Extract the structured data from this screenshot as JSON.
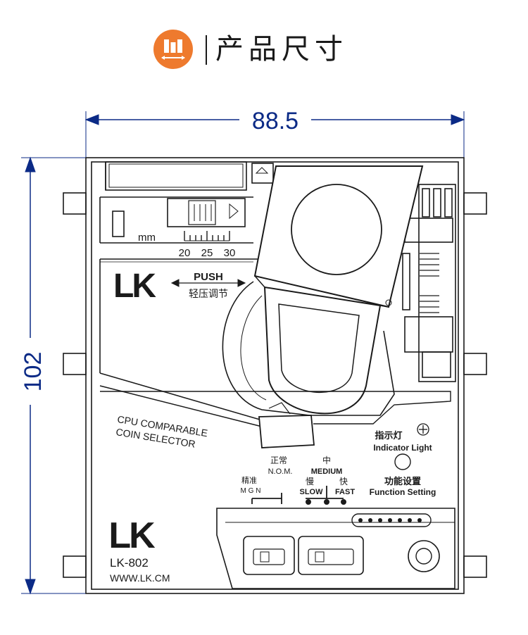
{
  "header": {
    "title": "产品尺寸"
  },
  "dimensions": {
    "width": "88.5",
    "height": "102"
  },
  "labels": {
    "mm": "mm",
    "scale_ticks": [
      "20",
      "25",
      "30"
    ],
    "push": "PUSH",
    "push_cn": "轻压调节",
    "cpu_line1": "CPU COMPARABLE",
    "cpu_line2": "COIN SELECTOR",
    "indicator_cn": "指示灯",
    "indicator_en": "Indicator Light",
    "function_cn": "功能设置",
    "function_en": "Function Setting",
    "nom_cn": "正常",
    "nom_en": "N.O.M.",
    "mgn_cn": "精准",
    "mgn_en": "M G N",
    "medium_cn": "中",
    "medium_en": "MEDIUM",
    "slow_cn": "慢",
    "slow_en": "SLOW",
    "fast_cn": "快",
    "fast_en": "FAST",
    "model": "LK-802",
    "website": "WWW.LK.CM",
    "logo": "LK"
  },
  "colors": {
    "accent": "#ee7a2e",
    "dimension": "#0b2a86",
    "outline": "#1a1a1a"
  },
  "icons": [
    "ruler-icon",
    "crosshair-screw-icon"
  ]
}
